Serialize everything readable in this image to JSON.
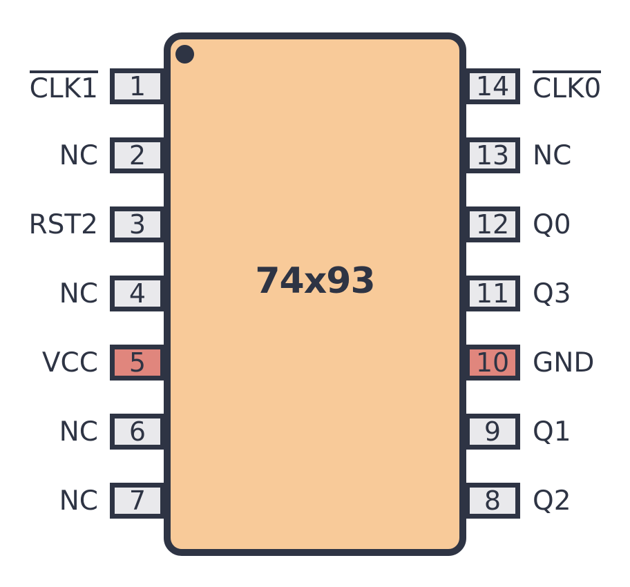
{
  "chip": {
    "title": "74x93",
    "colors": {
      "background": "#FFFFFF",
      "outline": "#2E3444",
      "body_fill": "#F8CA99",
      "pin_fill": "#E9E9EC",
      "pin_highlight_fill": "#E0867D"
    }
  },
  "pins": {
    "left": [
      {
        "number": "1",
        "label": "CLK1",
        "overline": true,
        "highlight": false
      },
      {
        "number": "2",
        "label": "NC",
        "overline": false,
        "highlight": false
      },
      {
        "number": "3",
        "label": "RST2",
        "overline": false,
        "highlight": false
      },
      {
        "number": "4",
        "label": "NC",
        "overline": false,
        "highlight": false
      },
      {
        "number": "5",
        "label": "VCC",
        "overline": false,
        "highlight": true
      },
      {
        "number": "6",
        "label": "NC",
        "overline": false,
        "highlight": false
      },
      {
        "number": "7",
        "label": "NC",
        "overline": false,
        "highlight": false
      }
    ],
    "right": [
      {
        "number": "14",
        "label": "CLK0",
        "overline": true,
        "highlight": false
      },
      {
        "number": "13",
        "label": "NC",
        "overline": false,
        "highlight": false
      },
      {
        "number": "12",
        "label": "Q0",
        "overline": false,
        "highlight": false
      },
      {
        "number": "11",
        "label": "Q3",
        "overline": false,
        "highlight": false
      },
      {
        "number": "10",
        "label": "GND",
        "overline": false,
        "highlight": true
      },
      {
        "number": "9",
        "label": "Q1",
        "overline": false,
        "highlight": false
      },
      {
        "number": "8",
        "label": "Q2",
        "overline": false,
        "highlight": false
      }
    ]
  }
}
